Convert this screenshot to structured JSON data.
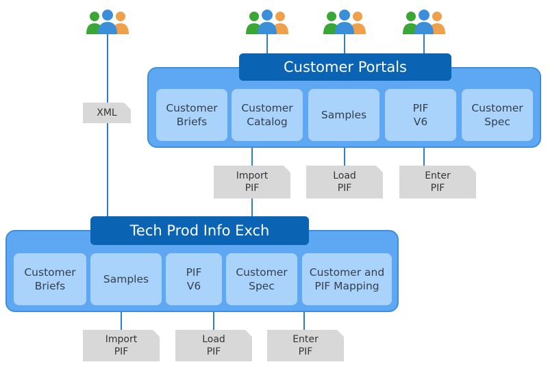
{
  "customer_portals": {
    "title": "Customer Portals",
    "modules": [
      "Customer\nBriefs",
      "Customer\nCatalog",
      "Samples",
      "PIF\nV6",
      "Customer\nSpec"
    ]
  },
  "tech_prod": {
    "title": "Tech Prod Info Exch",
    "modules": [
      "Customer\nBriefs",
      "Samples",
      "PIF\nV6",
      "Customer\nSpec",
      "Customer and\nPIF Mapping"
    ]
  },
  "xml_doc": "XML",
  "portal_docs": [
    "Import\nPIF",
    "Load\nPIF",
    "Enter\nPIF"
  ],
  "tech_docs": [
    "Import\nPIF",
    "Load\nPIF",
    "Enter\nPIF"
  ],
  "colors": {
    "group_fill": "#5ea7f3",
    "header_fill": "#0a63b3",
    "module_fill": "#a9d3fb",
    "doc_fill": "#d8d8d8",
    "connector": "#2a7fc9",
    "user_green": "#3aa635",
    "user_blue": "#3a8fd8",
    "user_orange": "#f0a04a"
  },
  "icons": {
    "user_group": "people-group-icon"
  }
}
